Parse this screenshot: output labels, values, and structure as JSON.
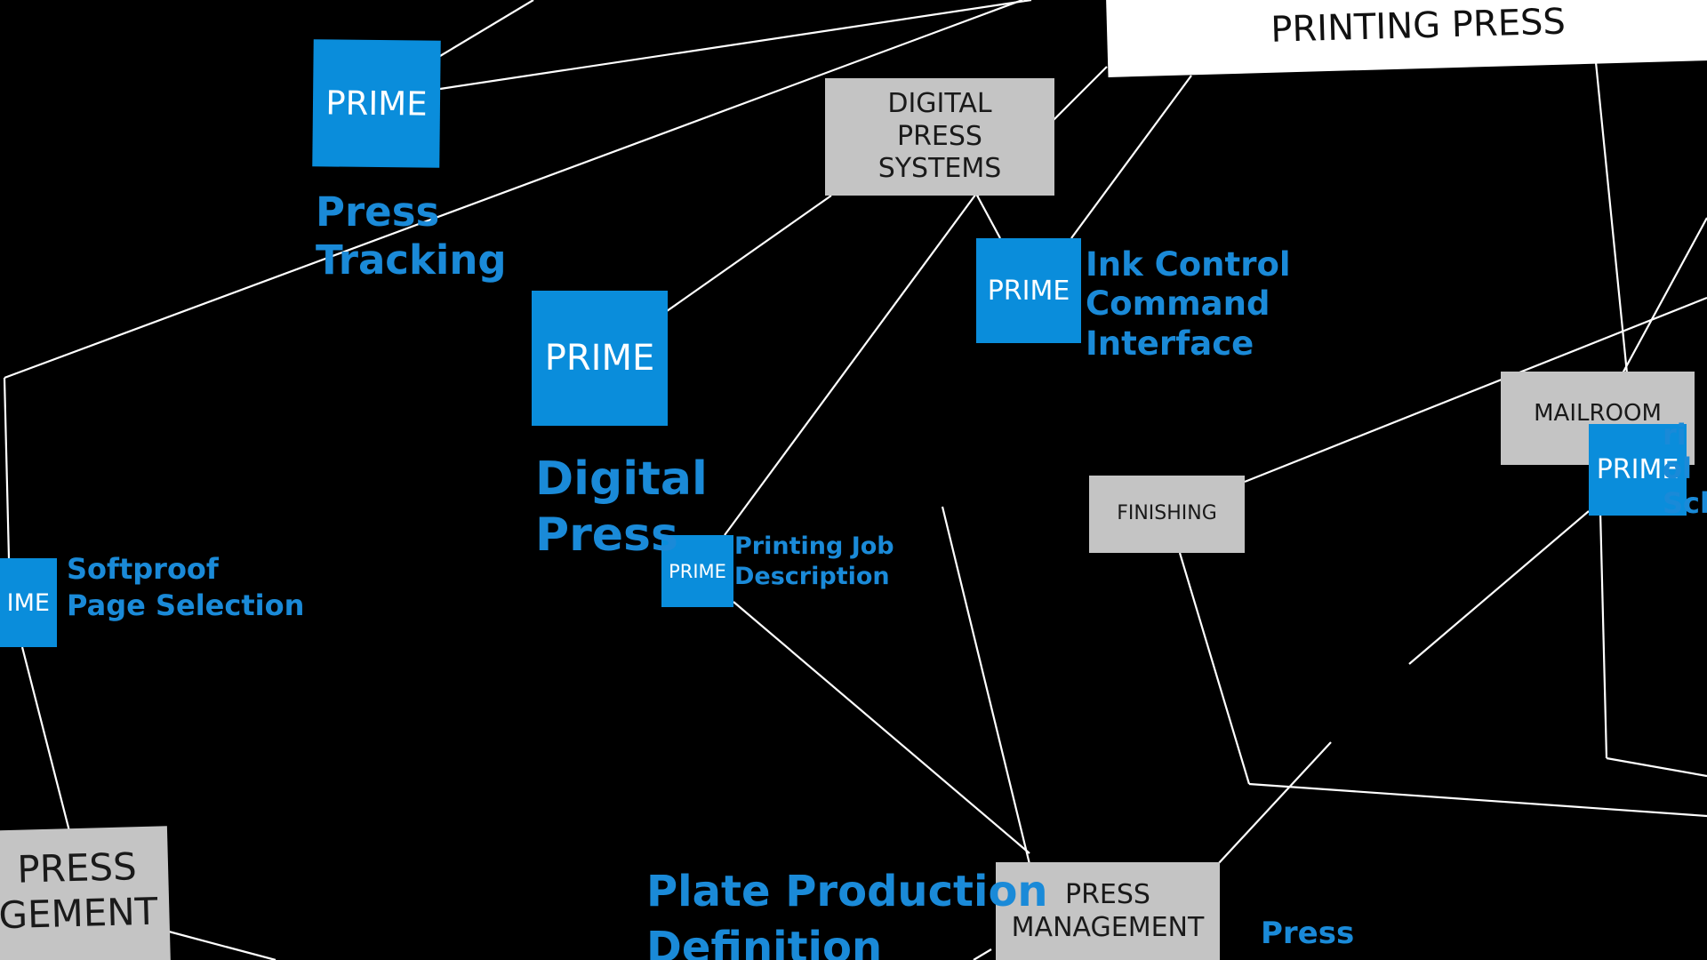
{
  "diagram": {
    "header_box": "PRINTING PRESS",
    "category_boxes": {
      "digital_press_systems": "DIGITAL\nPRESS\nSYSTEMS",
      "mailroom": "MAILROOM",
      "finishing": "FINISHING",
      "press_management_bottom": "PRESS\nMANAGEMENT",
      "press_management_left": "PRESS\nGEMENT"
    },
    "prime_badges": {
      "press_tracking": "PRIME",
      "digital_press": "PRIME",
      "ink_control": "PRIME",
      "printing_job": "PRIME",
      "softproof": "IME",
      "mailroom": "PRIME"
    },
    "labels": {
      "press_tracking": "Press\nTracking",
      "digital_press": "Digital\nPress",
      "ink_control": "Ink Control\nCommand\nInterface",
      "printing_job": "Printing Job\nDescription",
      "softproof": "Softproof\nPage Selection",
      "plate_production": "Plate Production\nDefinition",
      "press_bottom": "Press",
      "mailroom_side": "ri\nol\nSch"
    },
    "colors": {
      "background": "#000000",
      "prime_blue": "#0a8ddb",
      "label_blue": "#1a8ad8",
      "category_gray": "#c4c4c4",
      "connector": "#ffffff"
    }
  }
}
